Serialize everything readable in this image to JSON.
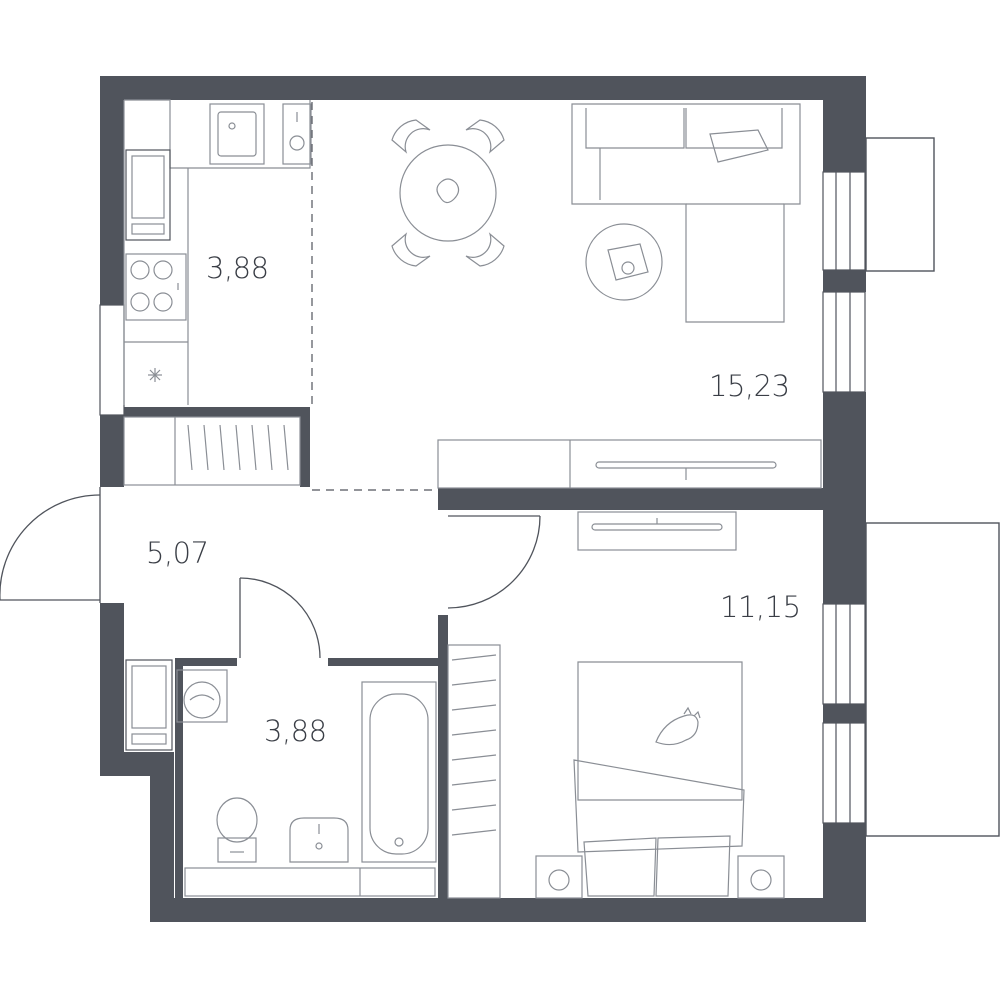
{
  "colors": {
    "wall": "#50545c",
    "furniture_line": "#8a8e95",
    "label": "#3a3e46",
    "background": "#ffffff"
  },
  "rooms": {
    "kitchen": {
      "area": "3,88"
    },
    "living_room": {
      "area": "15,23"
    },
    "hallway": {
      "area": "5,07"
    },
    "bedroom": {
      "area": "11,15"
    },
    "bathroom": {
      "area": "3,88"
    }
  },
  "icons": [
    "sink-icon",
    "stove-icon",
    "fridge-icon",
    "washing-machine-icon",
    "toilet-icon",
    "bathtub-icon",
    "dining-table-icon",
    "sofa-icon",
    "coffee-table-icon",
    "tv-icon",
    "bed-icon",
    "cat-icon",
    "wardrobe-icon"
  ]
}
